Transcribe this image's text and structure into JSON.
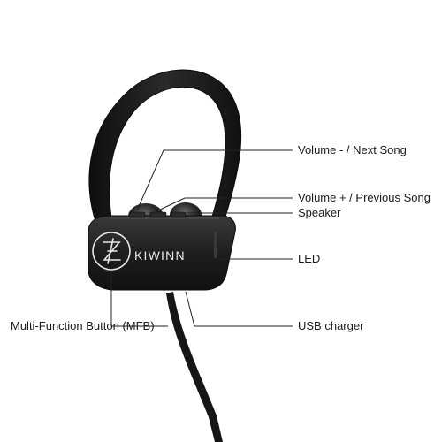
{
  "product": {
    "brand_text": "KIWINN",
    "logo_icon": "kiwinn-logo-icon"
  },
  "callouts": {
    "volume_down_next": "Volume - / Next Song",
    "volume_up_previous": "Volume + / Previous Song",
    "speaker": "Speaker",
    "led": "LED",
    "usb_charger": "USB charger",
    "mfb": "Multi-Function Button (MFB)"
  },
  "colors": {
    "earphone_body": "#1f1f1f",
    "earphone_highlight": "#4a4a4a",
    "logo_stroke": "#e8e8e8",
    "leader_line": "#222222",
    "background": "#ffffff"
  }
}
